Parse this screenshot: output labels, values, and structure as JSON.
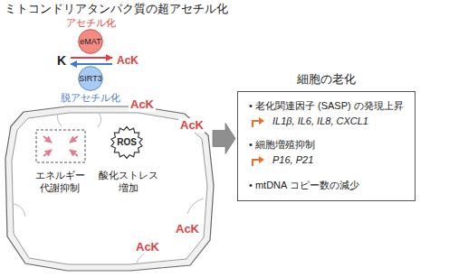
{
  "diagram": {
    "title": "ミトコンドリアタンパク質の超アセチル化",
    "nodes": [
      {
        "text": [
          "eMAT"
        ]
      },
      {
        "text": [
          "SIRT3"
        ]
      },
      {
        "text": [
          "エネルギー 代謝抑制",
          "酸化ストレス 増加"
        ]
      },
      {
        "text": [
          "ROS"
        ],
        "in": 2
      },
      {
        "text": [
          "細胞の老化",
          "• 老化関連因子 (SASP) の発現上昇",
          "IL1β, IL6, IL8, CXCL1",
          "• 細胞増殖抑制",
          "P16, P21",
          "• mtDNA コピー数の減少"
        ]
      }
    ],
    "edges": [
      {
        "from": 2,
        "to": 4,
        "arrow": "to"
      }
    ],
    "labels": [
      "アセチル化",
      "K",
      "AcK",
      "脱アセチル化",
      "AcK",
      "AcK",
      "AcK",
      "AcK"
    ]
  }
}
